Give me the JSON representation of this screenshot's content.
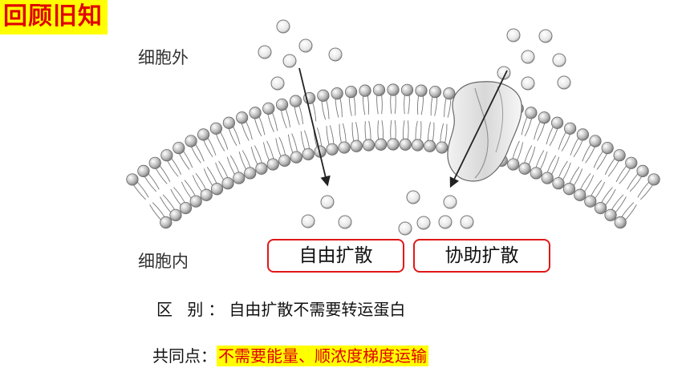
{
  "title": "回顾旧知",
  "diagram": {
    "outside_label": "细胞外",
    "inside_label": "细胞内",
    "free_diffusion_label": "自由扩散",
    "facilitated_diffusion_label": "协助扩散"
  },
  "difference": {
    "key": "区  别：",
    "value": "自由扩散不需要转运蛋白"
  },
  "common": {
    "key": "共同点：",
    "value": "不需要能量、顺浓度梯度运输"
  },
  "colors": {
    "title_bg": "#ffff00",
    "title_text": "#e00000",
    "box_border": "#e01818",
    "highlight_bg": "#ffff00",
    "highlight_text": "#e00000"
  }
}
